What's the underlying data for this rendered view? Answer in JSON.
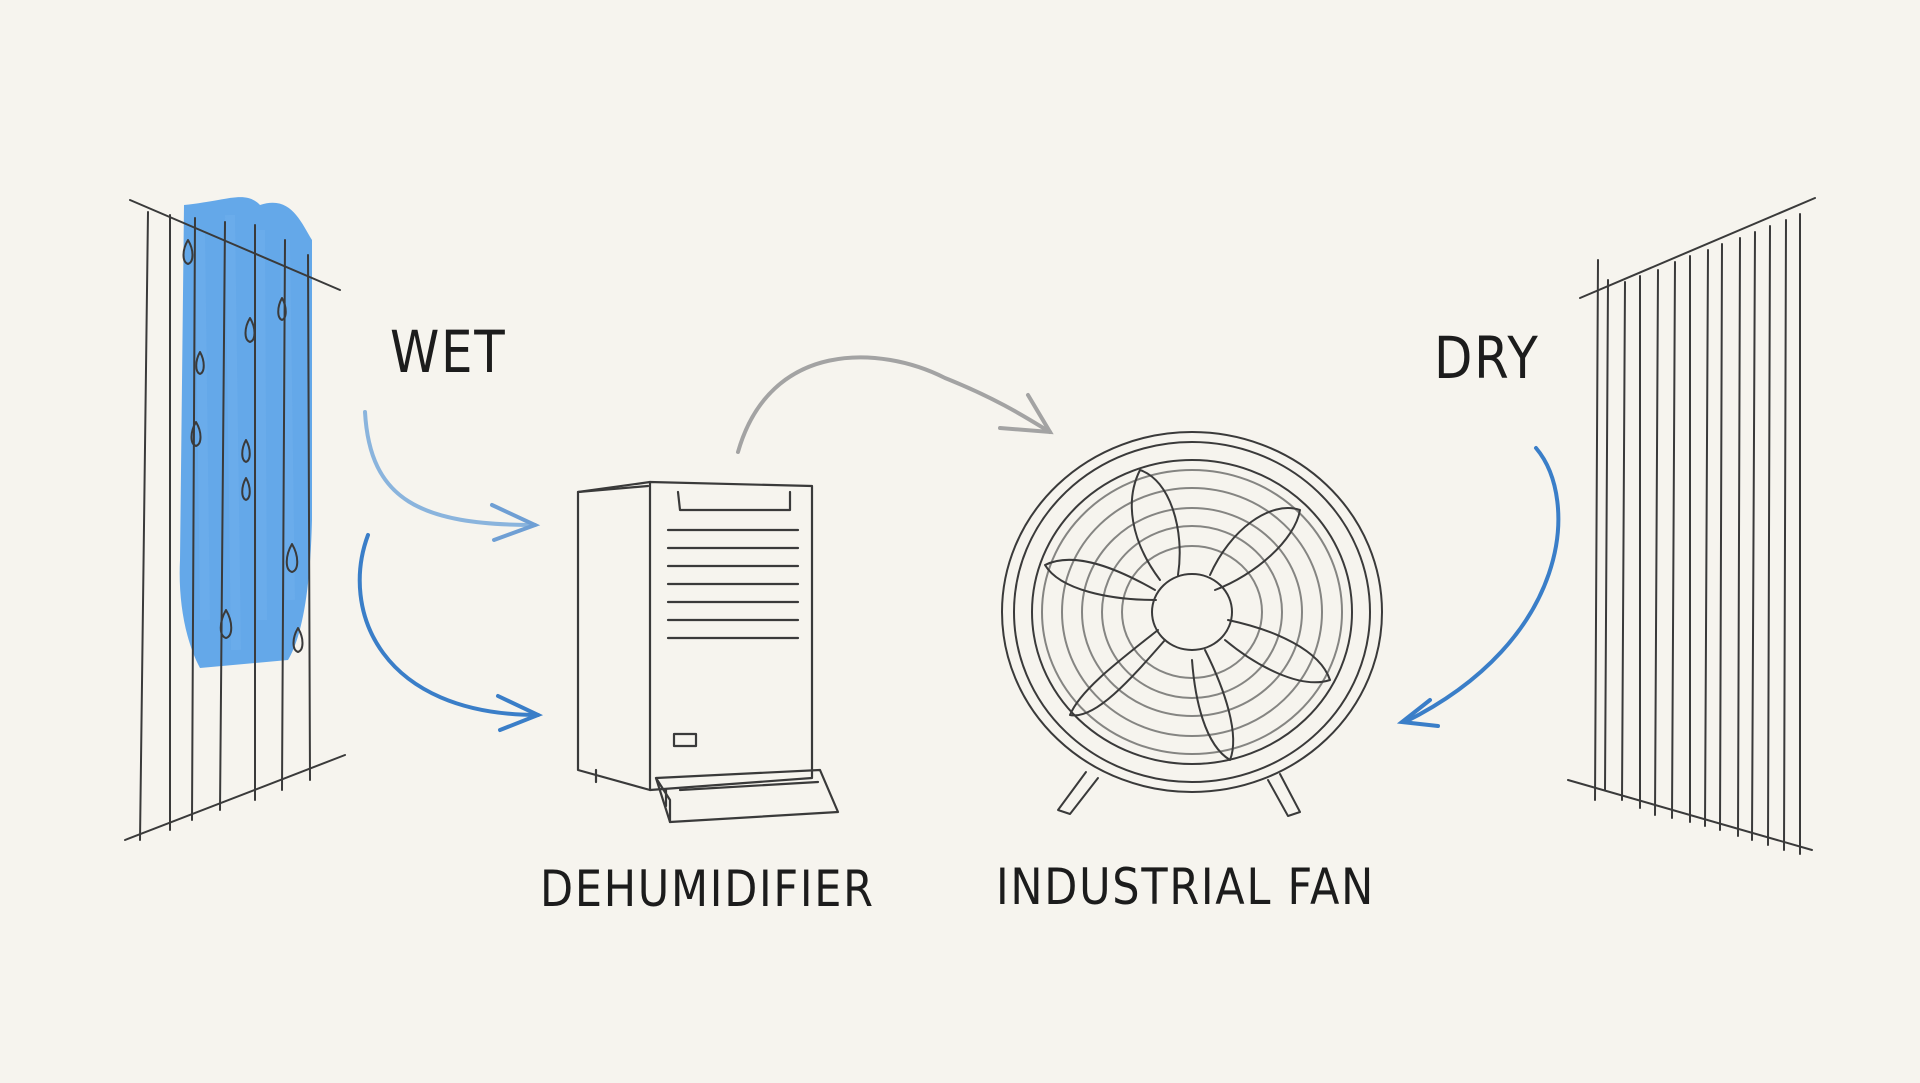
{
  "labels": {
    "wet": "WET",
    "dry": "DRY",
    "dehumidifier": "DEHUMIDIFIER",
    "industrial_fan": "INDUSTRIAL FAN"
  },
  "colors": {
    "paper": "#f6f4ee",
    "ink": "#1c1c1c",
    "water_blue": "#4a9ae8",
    "arrow_blue": "#3a7ec8",
    "arrow_light_blue": "#8ab4dd",
    "arrow_gray": "#a3a3a3"
  },
  "icons": [
    "wet-wall",
    "water-drop-icon",
    "dehumidifier-icon",
    "industrial-fan-icon",
    "dry-wall",
    "arrow-icon"
  ]
}
